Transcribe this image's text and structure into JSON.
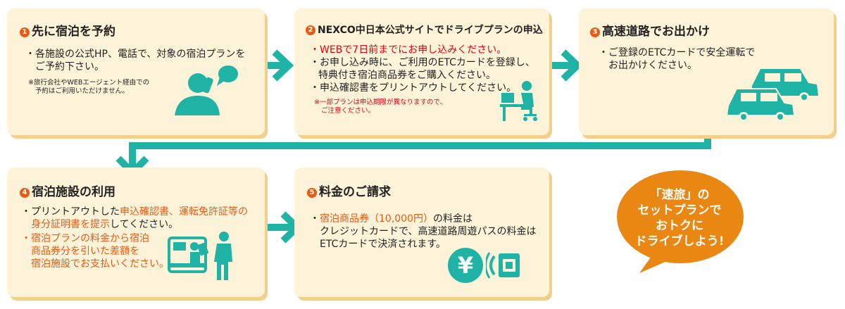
{
  "steps": [
    {
      "num": "1",
      "title": "先に宿泊を予約",
      "lines": [
        "・各施設の公式HP、電話で、対象の宿泊プランを",
        "ご予約下さい。"
      ],
      "notes": [
        "※旅行会社やWEBエージェント経由での",
        "予約はご利用いただけません。"
      ]
    },
    {
      "num": "2",
      "title": "NEXCO中日本公式サイトでドライブプランの申込",
      "lines": [
        "・WEBで7日前までにお申し込みください。",
        "・お申し込み時に、ご利用のETCカードを登録し、",
        "特典付き宿泊商品券をご購入ください。",
        "・申込確認書をプリントアウトしてください。"
      ],
      "notes": [
        "※一部プランは申込期限が異なりますので、",
        "ご注意ください。"
      ]
    },
    {
      "num": "3",
      "title": "高速道路でお出かけ",
      "lines": [
        "・ご登録のETCカードで安全運転で",
        "お出かけください。"
      ]
    },
    {
      "num": "4",
      "title": "宿泊施設の利用",
      "l1_a": "・プリントアウトした",
      "l1_b": "申込確認書、運転免許証等の",
      "l2_a": "身分証明書を提示",
      "l2_b": "してください。",
      "orange_lines": [
        "・宿泊プランの料金から宿泊",
        "商品券分を引いた差額を",
        "宿泊施設でお支払いください。"
      ]
    },
    {
      "num": "5",
      "title": "料金のご請求",
      "l1_a": "・",
      "l1_b": "宿泊商品券（10,000円）",
      "l1_c": "の料金は",
      "lines": [
        "クレジットカードで、高速道路周遊パスの料金は",
        "ETCカードで決済されます。"
      ],
      "yen": "¥"
    }
  ],
  "bubble": {
    "lines": [
      "「速旅」の",
      "セットプランで",
      "おトクに",
      "ドライブしよう!"
    ],
    "color": "#e98712"
  },
  "colors": {
    "teal": "#1fb3a6",
    "card": "#fdf3d8",
    "shadow": "#f3cf8a",
    "red": "#e60012",
    "orange": "#e95a14"
  }
}
